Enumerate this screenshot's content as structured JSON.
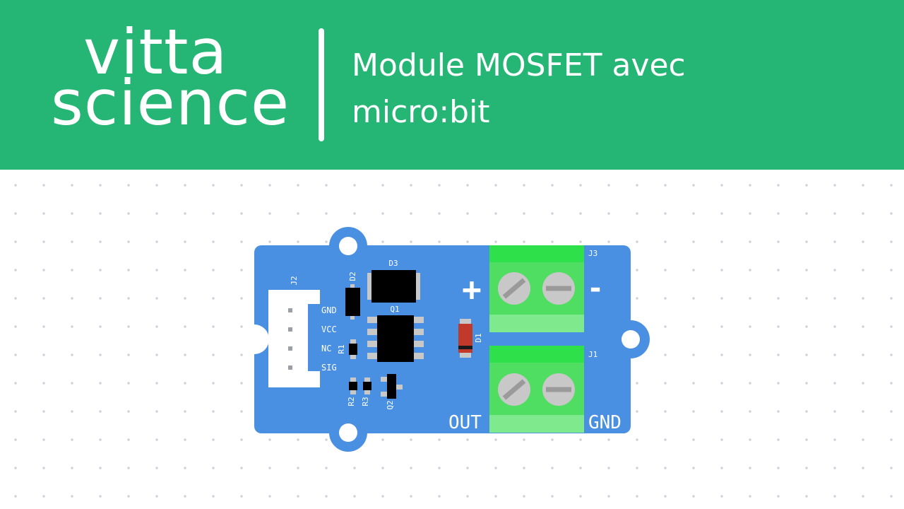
{
  "header": {
    "logo_line1": "vitta",
    "logo_line2": "science",
    "title_line1": "Module MOSFET avec",
    "title_line2": "micro:bit",
    "background": "#25b574"
  },
  "board": {
    "color": "#4a90e2",
    "connector": {
      "ref": "J2",
      "pins": [
        "GND",
        "VCC",
        "NC",
        "SIG"
      ]
    },
    "components": {
      "d2": "D2",
      "d3": "D3",
      "q1": "Q1",
      "r1": "R1",
      "r2": "R2",
      "r3": "R3",
      "q2": "Q2",
      "d1": "D1"
    },
    "terminals": {
      "j3": "J3",
      "j1": "J1",
      "plus": "+",
      "minus": "-",
      "out": "OUT",
      "gnd": "GND",
      "color": "#33cc44"
    }
  }
}
